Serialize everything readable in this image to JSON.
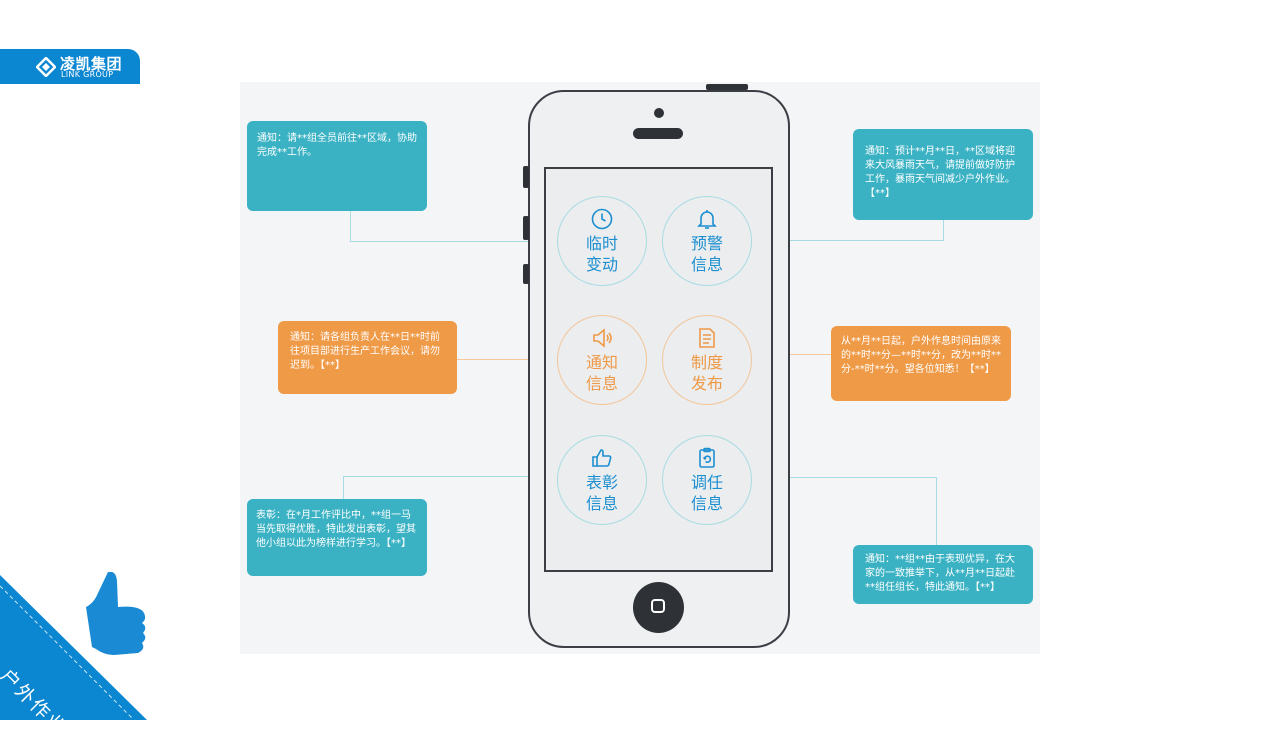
{
  "brand": {
    "name_cn": "凌凯集团",
    "name_en": "LINK GROUP",
    "color": "#0b86d1"
  },
  "colors": {
    "teal": "#3ab2c3",
    "orange": "#ef9a47",
    "blue_text": "#1d8fd0",
    "phone_outline": "#2e3237"
  },
  "apps": [
    {
      "label": "临时\n变动",
      "icon": "clock-icon",
      "color": "blue"
    },
    {
      "label": "预警\n信息",
      "icon": "bell-icon",
      "color": "blue"
    },
    {
      "label": "通知\n信息",
      "icon": "speaker-icon",
      "color": "orange"
    },
    {
      "label": "制度\n发布",
      "icon": "document-icon",
      "color": "orange"
    },
    {
      "label": "表彰\n信息",
      "icon": "thumbs-up-icon",
      "color": "blue"
    },
    {
      "label": "调任\n信息",
      "icon": "clipboard-icon",
      "color": "blue"
    }
  ],
  "notices": {
    "temp_change": "通知：请**组全员前往**区域，协助完成**工作。",
    "warning": "通知：预计**月**日，**区域将迎来大风暴雨天气，请提前做好防护工作，暴雨天气间减少户外作业。【**】",
    "notice": "通知：请各组负责人在**日**时前往项目部进行生产工作会议，请勿迟到。【**】",
    "policy": "从**月**日起，户外作息时间由原来的**时**分—**时**分，改为**时**分-**时**分。望各位知悉！【**】",
    "commend": "表彰：在*月工作评比中，**组一马当先取得优胜，特此发出表彰，望其他小组以此为榜样进行学习。【**】",
    "transfer": "通知：**组**由于表现优异，在大家的一致推举下，从**月**日起赴**组任组长，特此通知。【**】"
  },
  "corner_label": "户外作业"
}
